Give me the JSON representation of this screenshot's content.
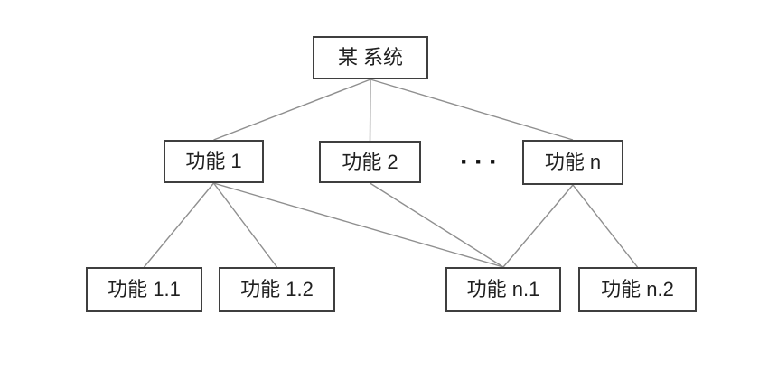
{
  "diagram": {
    "background_color": "#ffffff",
    "box_border_color": "#3f3f3f",
    "line_color": "#8f8f8f",
    "text_color": "#1f1f1f",
    "ellipsis": "···",
    "nodes": [
      {
        "id": "root",
        "label": "某 系统"
      },
      {
        "id": "f1",
        "label": "功能 1"
      },
      {
        "id": "f2",
        "label": "功能 2"
      },
      {
        "id": "fn",
        "label": "功能 n"
      },
      {
        "id": "f1-1",
        "label": "功能 1.1"
      },
      {
        "id": "f1-2",
        "label": "功能 1.2"
      },
      {
        "id": "fn-1",
        "label": "功能 n.1"
      },
      {
        "id": "fn-2",
        "label": "功能 n.2"
      }
    ],
    "edges": [
      {
        "from": "root",
        "to": "f1"
      },
      {
        "from": "root",
        "to": "f2"
      },
      {
        "from": "root",
        "to": "fn"
      },
      {
        "from": "f1",
        "to": "f1-1"
      },
      {
        "from": "f1",
        "to": "f1-2"
      },
      {
        "from": "f1",
        "to": "fn-1"
      },
      {
        "from": "f2",
        "to": "fn-1"
      },
      {
        "from": "fn",
        "to": "fn-1"
      },
      {
        "from": "fn",
        "to": "fn-2"
      }
    ]
  }
}
